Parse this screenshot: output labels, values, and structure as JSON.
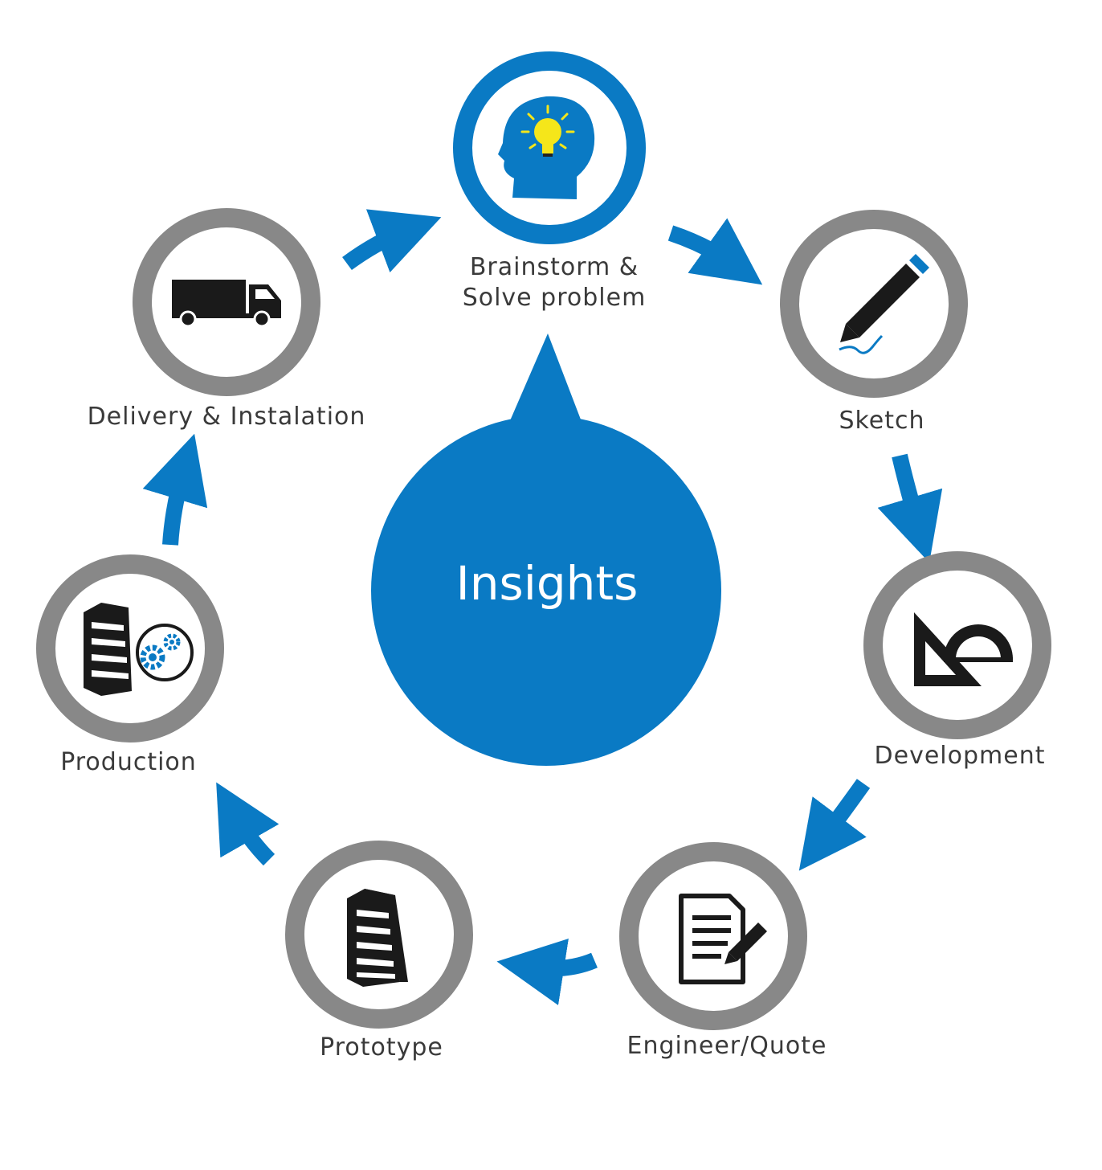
{
  "diagram": {
    "center": {
      "label": "Insights"
    },
    "steps": [
      {
        "label_lines": [
          "Brainstorm &",
          "Solve problem"
        ],
        "icon": "head-lightbulb-icon"
      },
      {
        "label": "Sketch",
        "icon": "pencil-icon"
      },
      {
        "label": "Development",
        "icon": "ruler-protractor-icon"
      },
      {
        "label": "Engineer/Quote",
        "icon": "document-pen-icon"
      },
      {
        "label": "Prototype",
        "icon": "cabinet-icon"
      },
      {
        "label": "Production",
        "icon": "cabinet-gears-icon"
      },
      {
        "label": "Delivery & Instalation",
        "icon": "truck-icon"
      }
    ],
    "colors": {
      "accent": "#0a7ac4",
      "ring_grey": "#888888",
      "icon_dark": "#1a1a1a",
      "bulb": "#f5e61a",
      "text": "#3a3a3a"
    }
  }
}
